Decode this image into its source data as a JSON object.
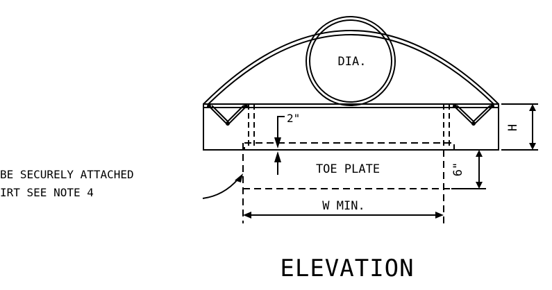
{
  "labels": {
    "diameter": "DIA.",
    "clearance": "2\"",
    "toe_plate": "TOE PLATE",
    "width": "W MIN.",
    "height": "H",
    "toe_height": "6\"",
    "note_line1": "BE SECURELY ATTACHED",
    "note_line2": "IRT SEE NOTE 4",
    "view_title": "ELEVATION"
  },
  "colors": {
    "line": "#000000",
    "background": "#ffffff"
  }
}
